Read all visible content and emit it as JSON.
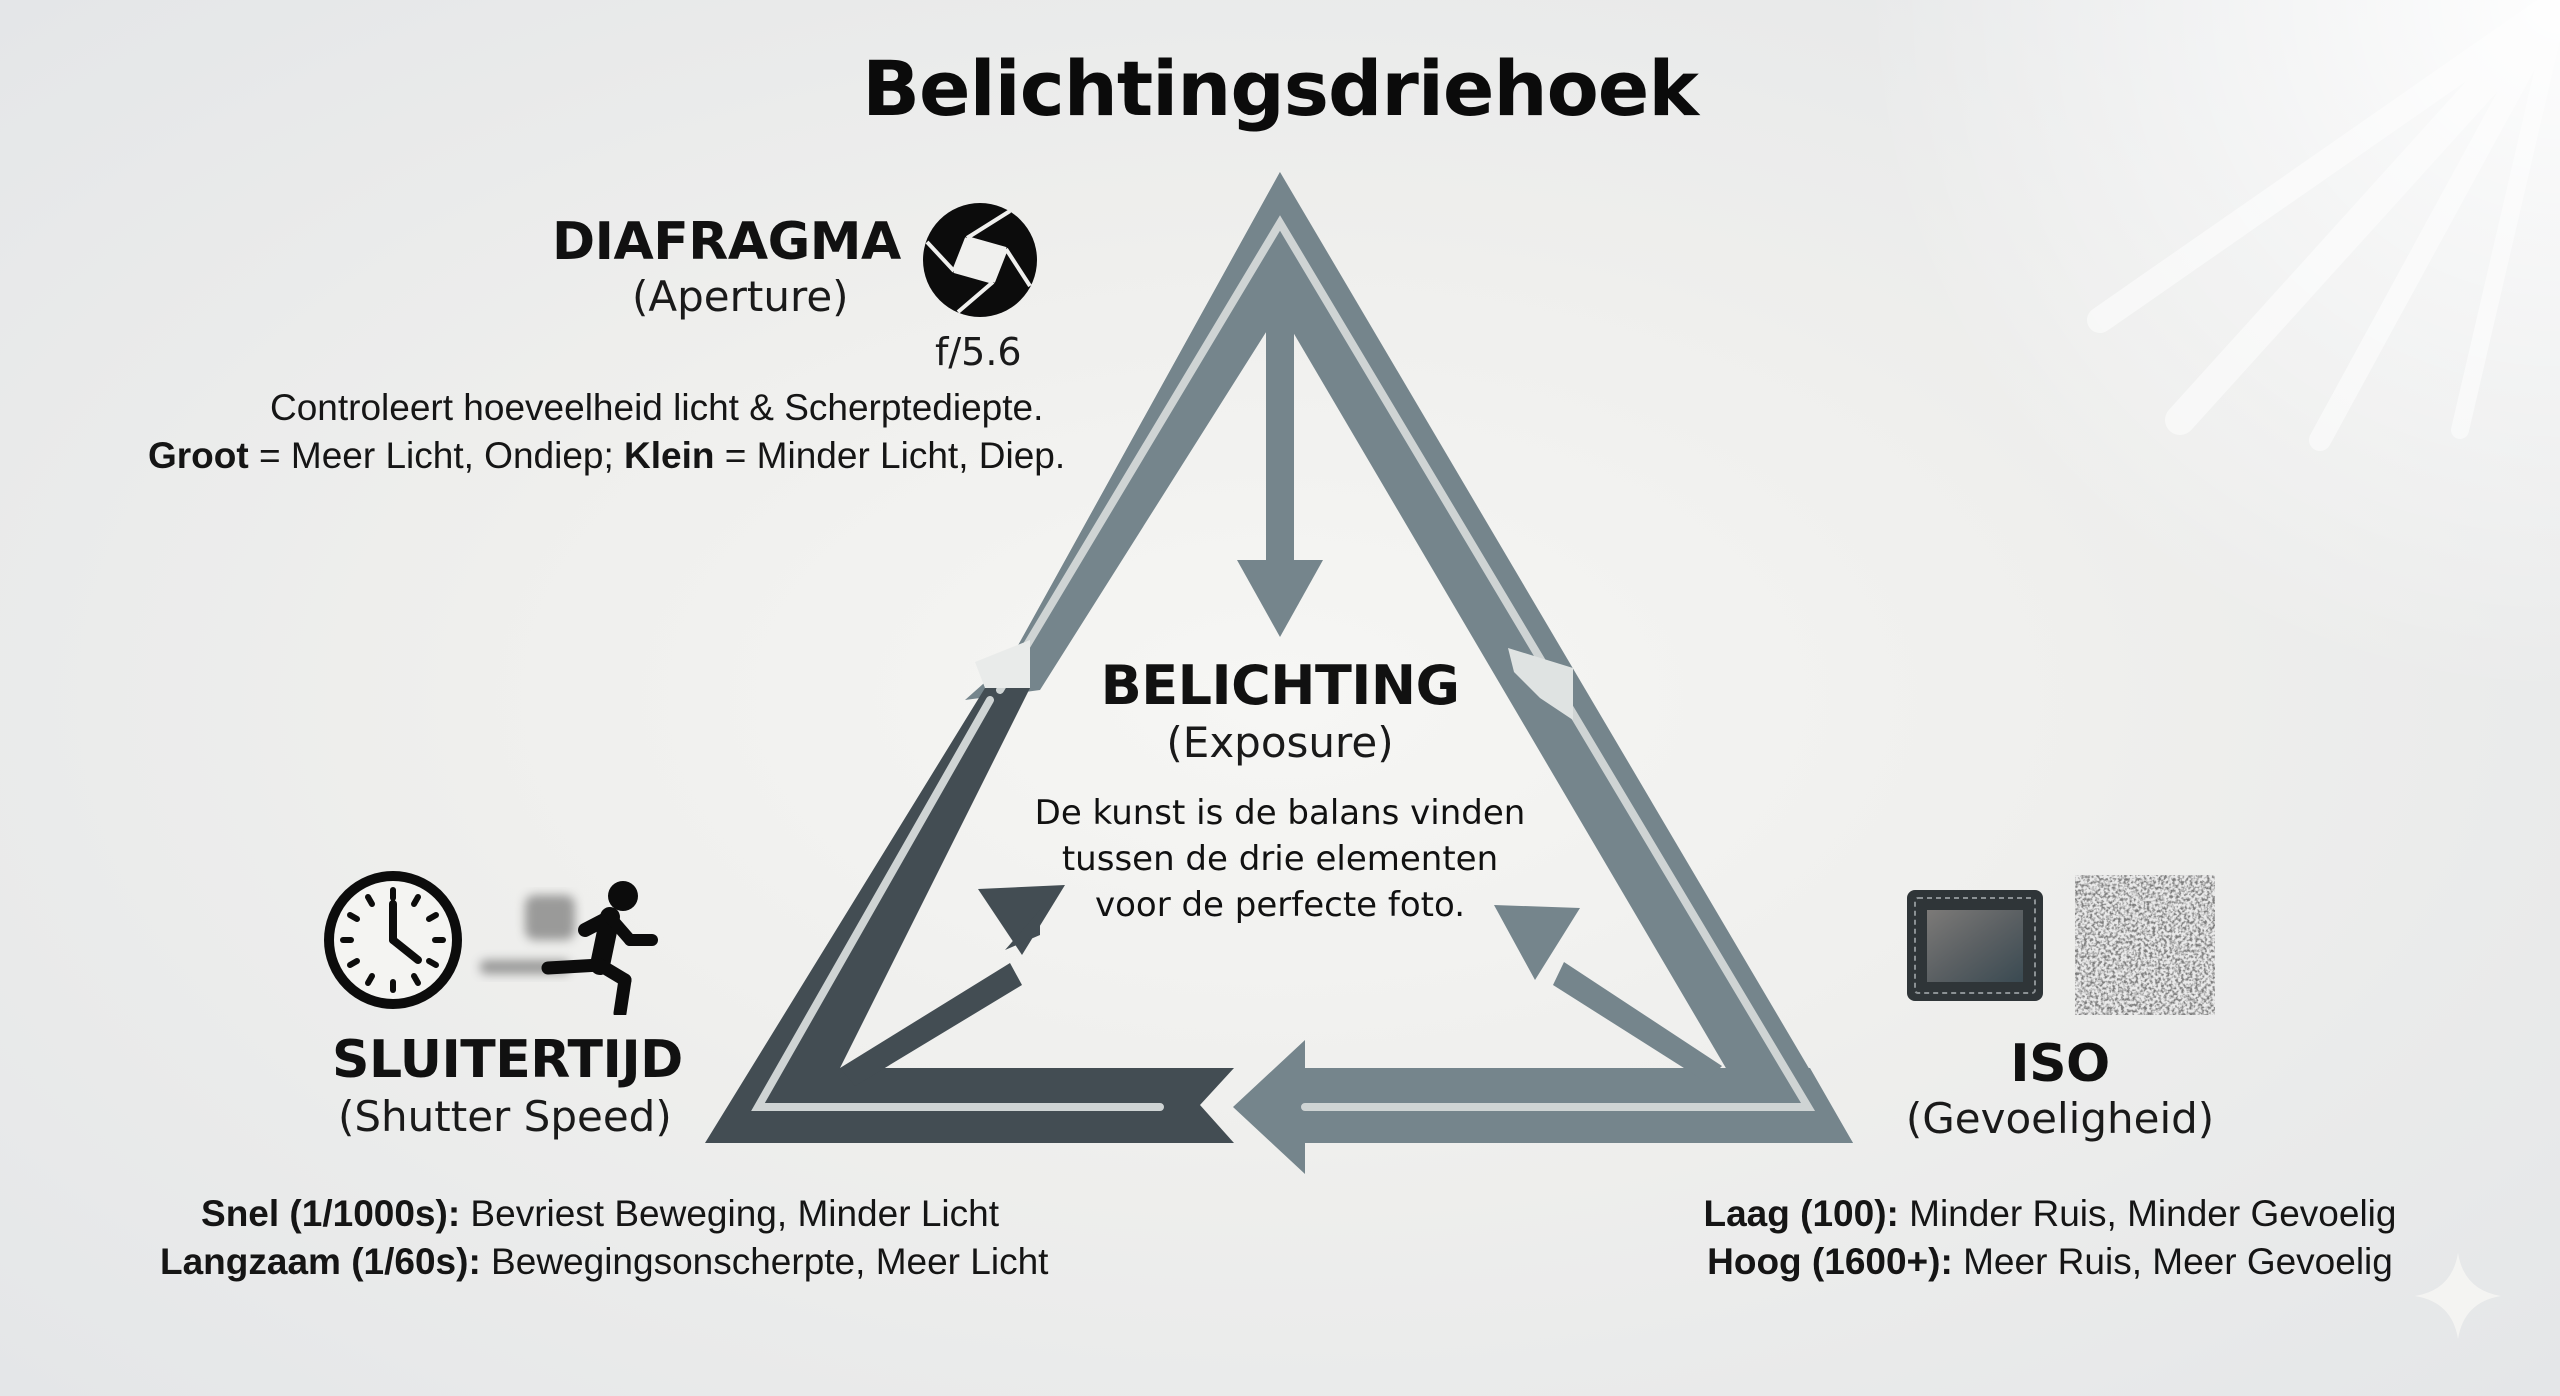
{
  "title": "Belichtingsdriehoek",
  "colors": {
    "band_gray": "#75858c",
    "band_dark": "#434d53",
    "stripe_light": "#cfd4d4",
    "background": "#efefed",
    "text": "#111111"
  },
  "aperture": {
    "label": "DIAFRAGMA",
    "sublabel": "(Aperture)",
    "icon": "aperture-icon",
    "value": "f/5.6",
    "description_line1": "Controleert hoeveelheid licht & Scherptediepte.",
    "description_line2": {
      "bold1": "Groot",
      "text1": " = Meer Licht, Ondiep; ",
      "bold2": "Klein",
      "text2": " = Minder Licht, Diep."
    }
  },
  "exposure": {
    "label": "BELICHTING",
    "sublabel": "(Exposure)",
    "description": [
      "De kunst is de balans vinden",
      "tussen de drie elementen",
      "voor de perfecte foto."
    ]
  },
  "shutter": {
    "label": "SLUITERTIJD",
    "sublabel": "(Shutter Speed)",
    "icons": [
      "clock-icon",
      "running-person-icon"
    ],
    "lines": [
      {
        "bold": "Snel (1/1000s):",
        "text": " Bevriest Beweging, Minder Licht"
      },
      {
        "bold": "Langzaam (1/60s):",
        "text": " Bewegingsonscherpte, Meer Licht"
      }
    ]
  },
  "iso": {
    "label": "ISO",
    "sublabel": "(Gevoeligheid)",
    "icons": [
      "camera-sensor-icon",
      "noise-texture-icon"
    ],
    "lines": [
      {
        "bold": "Laag (100):",
        "text": " Minder Ruis, Minder Gevoelig"
      },
      {
        "bold": "Hoog (1600+):",
        "text": " Meer Ruis, Meer Gevoelig"
      }
    ]
  },
  "decorations": [
    "sun-rays",
    "sparkle-icon"
  ]
}
